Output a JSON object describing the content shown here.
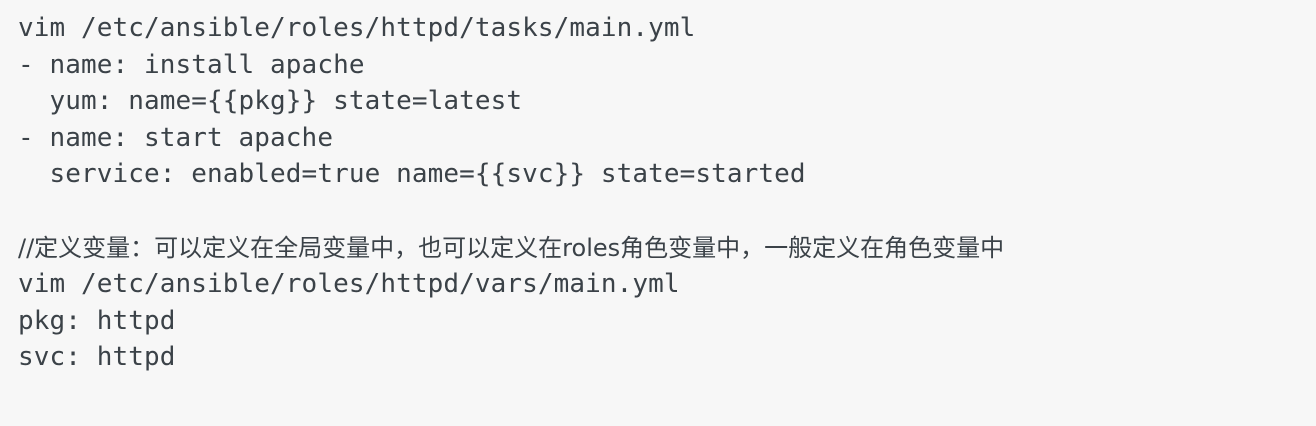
{
  "code_block": {
    "language": "yaml",
    "background_color": "#f7f7f7",
    "text_color": "#3b4248",
    "lines": [
      {
        "id": "line-1",
        "kind": "command",
        "text": "vim /etc/ansible/roles/httpd/tasks/main.yml"
      },
      {
        "id": "line-2",
        "kind": "yaml",
        "text": "- name: install apache"
      },
      {
        "id": "line-3",
        "kind": "yaml",
        "text": "  yum: name={{pkg}} state=latest"
      },
      {
        "id": "line-4",
        "kind": "yaml",
        "text": "- name: start apache"
      },
      {
        "id": "line-5",
        "kind": "yaml",
        "text": "  service: enabled=true name={{svc}} state=started"
      },
      {
        "id": "line-6",
        "kind": "blank",
        "text": ""
      },
      {
        "id": "line-7",
        "kind": "comment",
        "text": "//定义变量：可以定义在全局变量中，也可以定义在roles角色变量中，一般定义在角色变量中"
      },
      {
        "id": "line-8",
        "kind": "command",
        "text": "vim /etc/ansible/roles/httpd/vars/main.yml"
      },
      {
        "id": "line-9",
        "kind": "yaml",
        "text": "pkg: httpd"
      },
      {
        "id": "line-10",
        "kind": "yaml",
        "text": "svc: httpd"
      }
    ]
  }
}
